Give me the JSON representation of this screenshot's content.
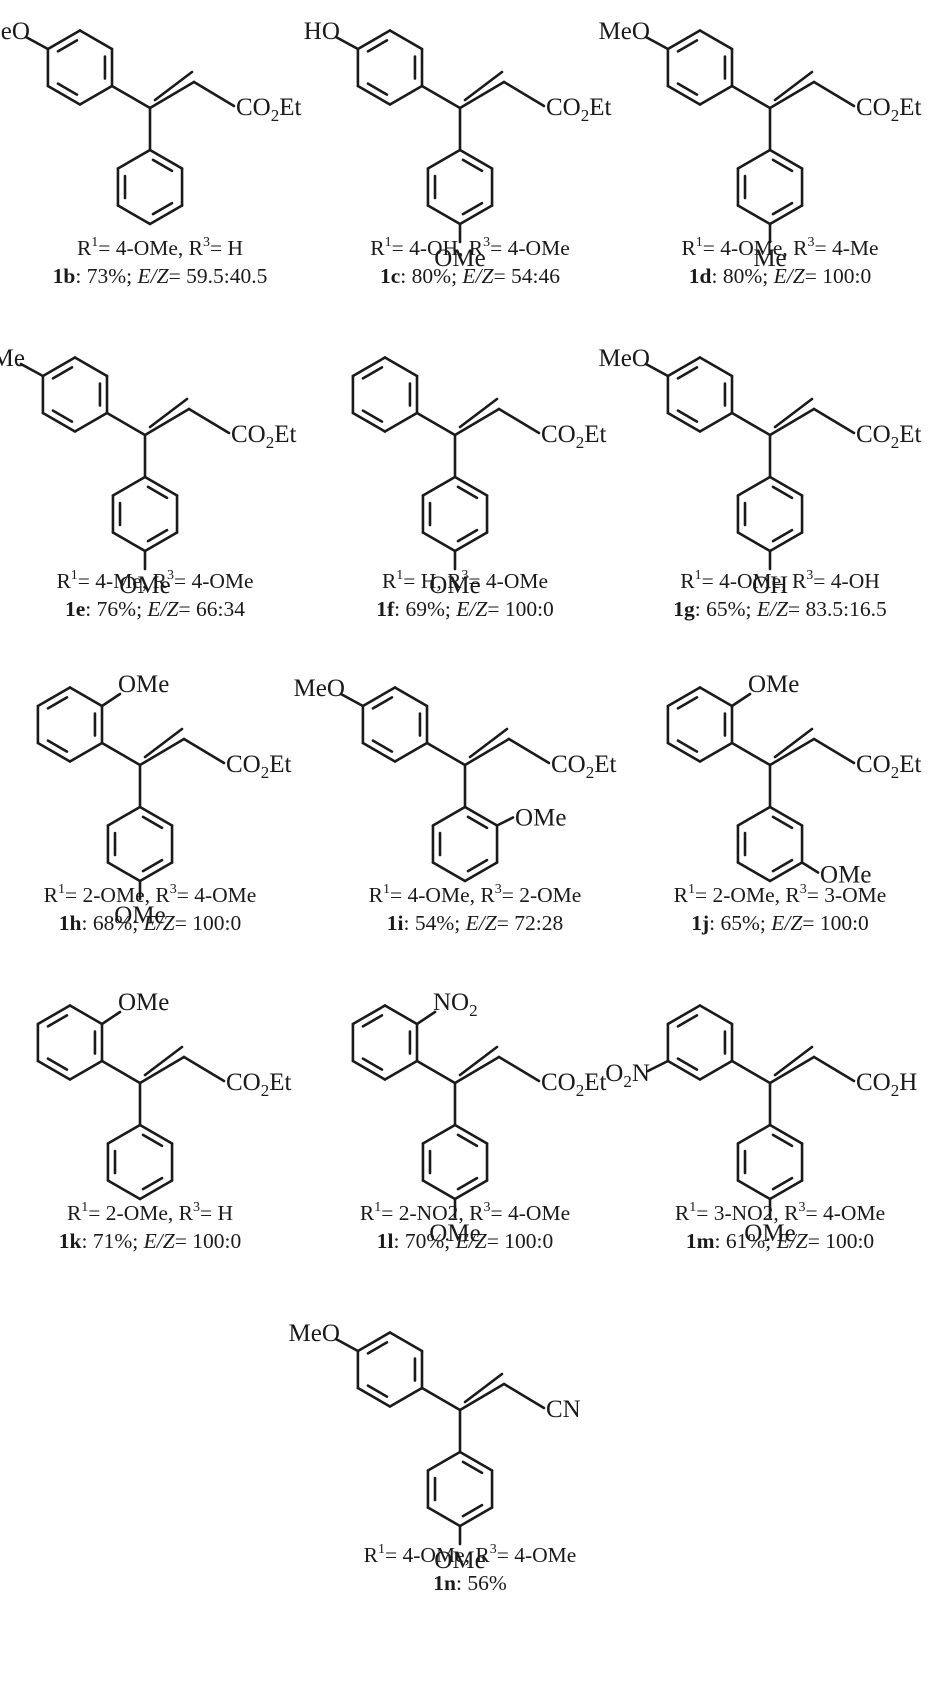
{
  "compounds": [
    {
      "id": "1b",
      "r1": "4-OMe",
      "r3": "H",
      "yield": "73%",
      "ez": "59.5:40.5",
      "rA": "phenyl",
      "subA": {
        "pos": "para",
        "text": "MeO"
      },
      "rB": "phenyl",
      "subB": null,
      "ewg": "CO2Et"
    },
    {
      "id": "1c",
      "r1": "4-OH",
      "r3": "4-OMe",
      "yield": "80%",
      "ez": "54:46",
      "rA": "phenyl",
      "subA": {
        "pos": "para",
        "text": "HO"
      },
      "rB": "phenyl",
      "subB": {
        "pos": "para",
        "text": "OMe"
      },
      "ewg": "CO2Et"
    },
    {
      "id": "1d",
      "r1": "4-OMe",
      "r3": "4-Me",
      "yield": "80%",
      "ez": "100:0",
      "rA": "phenyl",
      "subA": {
        "pos": "para",
        "text": "MeO"
      },
      "rB": "phenyl",
      "subB": {
        "pos": "para",
        "text": "Me"
      },
      "ewg": "CO2Et"
    },
    {
      "id": "1e",
      "r1": "4-Me",
      "r3": "4-OMe",
      "yield": "76%",
      "ez": "66:34",
      "rA": "phenyl",
      "subA": {
        "pos": "para",
        "text": "Me"
      },
      "rB": "phenyl",
      "subB": {
        "pos": "para",
        "text": "OMe"
      },
      "ewg": "CO2Et"
    },
    {
      "id": "1f",
      "r1": "H",
      "r3": "4-OMe",
      "yield": "69%",
      "ez": "100:0",
      "rA": "phenyl",
      "subA": null,
      "rB": "phenyl",
      "subB": {
        "pos": "para",
        "text": "OMe"
      },
      "ewg": "CO2Et"
    },
    {
      "id": "1g",
      "r1": "4-OMe",
      "r3": "4-OH",
      "yield": "65%",
      "ez": "83.5:16.5",
      "rA": "phenyl",
      "subA": {
        "pos": "para",
        "text": "MeO"
      },
      "rB": "phenyl",
      "subB": {
        "pos": "para",
        "text": "OH"
      },
      "ewg": "CO2Et"
    },
    {
      "id": "1h",
      "r1": "2-OMe",
      "r3": "4-OMe",
      "yield": "68%",
      "ez": "100:0",
      "rA": "phenyl",
      "subA": {
        "pos": "ortho",
        "text": "OMe"
      },
      "rB": "phenyl",
      "subB": {
        "pos": "para",
        "text": "OMe"
      },
      "ewg": "CO2Et"
    },
    {
      "id": "1i",
      "r1": "4-OMe",
      "r3": "2-OMe",
      "yield": "54%",
      "ez": "72:28",
      "rA": "phenyl",
      "subA": {
        "pos": "para",
        "text": "MeO"
      },
      "rB": "phenyl",
      "subB": {
        "pos": "ortho",
        "text": "OMe"
      },
      "ewg": "CO2Et"
    },
    {
      "id": "1j",
      "r1": "2-OMe",
      "r3": "3-OMe",
      "yield": "65%",
      "ez": "100:0",
      "rA": "phenyl",
      "subA": {
        "pos": "ortho",
        "text": "OMe"
      },
      "rB": "phenyl",
      "subB": {
        "pos": "meta",
        "text": "OMe"
      },
      "ewg": "CO2Et"
    },
    {
      "id": "1k",
      "r1": "2-OMe",
      "r3": "H",
      "yield": "71%",
      "ez": "100:0",
      "rA": "phenyl",
      "subA": {
        "pos": "ortho",
        "text": "OMe"
      },
      "rB": "phenyl",
      "subB": null,
      "ewg": "CO2Et"
    },
    {
      "id": "1l",
      "r1": "2-NO2",
      "r3": "4-OMe",
      "yield": "70%",
      "ez": "100:0",
      "rA": "phenyl",
      "subA": {
        "pos": "ortho",
        "text": "NO2"
      },
      "rB": "phenyl",
      "subB": {
        "pos": "para",
        "text": "OMe"
      },
      "ewg": "CO2Et"
    },
    {
      "id": "1m",
      "r1": "3-NO2",
      "r3": "4-OMe",
      "yield": "61%",
      "ez": "100:0",
      "rA": "phenyl",
      "subA": {
        "pos": "meta",
        "text": "O2N"
      },
      "rB": "phenyl",
      "subB": {
        "pos": "para",
        "text": "OMe"
      },
      "ewg": "CO2H"
    },
    {
      "id": "1n",
      "r1": "4-OMe",
      "r3": "4-OMe",
      "yield": "56%",
      "ez": null,
      "rA": "phenyl",
      "subA": {
        "pos": "para",
        "text": "MeO"
      },
      "rB": "phenyl",
      "subB": {
        "pos": "para",
        "text": "OMe"
      },
      "ewg": "CN"
    }
  ],
  "labels": {
    "r1_prefix": "R",
    "r1_sup": "1",
    "r3_prefix": "R",
    "r3_sup": "3",
    "eq": "= ",
    "sep": ", ",
    "ez_label": "E/Z",
    "colon": ": ",
    "semi": "; "
  }
}
